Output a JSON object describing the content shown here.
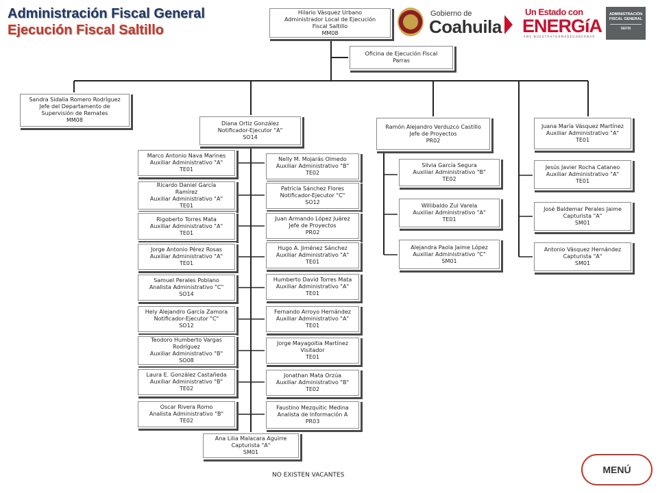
{
  "header": {
    "title": "Administración Fiscal General",
    "subtitle": "Ejecución Fiscal Saltillo"
  },
  "logos": {
    "coahuila_small": "Gobierno de",
    "coahuila_big": "Coahuila",
    "energia_top": "Un Estado con",
    "energia_main": "ENERGíA",
    "energia_tagline": "A N S · N U E S T R A   F O R M A   D E   G O B E R N A R",
    "afg_line1": "ADMINISTRACIÓN",
    "afg_line2": "FISCAL GENERAL",
    "afg_sefin": "SEFIN"
  },
  "colors": {
    "title": "#1f3864",
    "subtitle": "#c0392b",
    "brand_red": "#c8102e",
    "menu_border": "#c0392b"
  },
  "org": {
    "top": {
      "name": "Hilario Vásquez Urbano",
      "role": "Administrador Local de Ejecución",
      "role2": "Fiscal Saltillo",
      "code": "MM08"
    },
    "parras": {
      "name": "Oficina de Ejecución Fiscal",
      "role": "Parras"
    },
    "sandra": {
      "name": "Sandra Sidalia Romero Rodríguez",
      "role": "Jefe del Departamento de",
      "role2": "Supervisión de Remates",
      "code": "MM08"
    },
    "diana": {
      "name": "Diana Ortiz González",
      "role": "Notificador-Ejecutor \"A\"",
      "code": "SO14"
    },
    "ramon": {
      "name": "Ramón Alejandro Verduzco Castillo",
      "role": "Jefe de Proyectos",
      "code": "PR02"
    },
    "juana": {
      "name": "Juana María Vásquez Martínez",
      "role": "Auxiliar Administrativo \"A\"",
      "code": "TE01"
    },
    "left_column": [
      {
        "name": "Marco Antonio Nava Marines",
        "role": "Auxiliar Administrativo \"A\"",
        "code": "TE01"
      },
      {
        "name": "Ricardo Daniel García",
        "name2": "Ramírez",
        "role": "Auxiliar Administrativo \"A\"",
        "code": "TE01"
      },
      {
        "name": "Rigoberto Torres Mata",
        "role": "Auxiliar Administrativo \"A\"",
        "code": "TE01"
      },
      {
        "name": "Jorge Antonio Pérez Rosas",
        "role": "Auxiliar Administrativo \"A\"",
        "code": "TE01"
      },
      {
        "name": "Samuel Perales Poblano",
        "role": "Analista Administrativo \"C\"",
        "code": "SO14"
      },
      {
        "name": "Hely Alejandro García Zamora",
        "role": "Notificador-Ejecutor \"C\"",
        "code": "SO12"
      },
      {
        "name": "Teodoro Humberto Vargas",
        "name2": "Rodríguez",
        "role": "Auxiliar Administrativo \"B\"",
        "code": "SO08"
      },
      {
        "name": "Laura E. González Castañeda",
        "role": "Auxiliar Administrativo \"B\"",
        "code": "TE02"
      },
      {
        "name": "Oscar Rivera Romo",
        "role": "Analista Administrativo \"B\"",
        "code": "TE02"
      }
    ],
    "right_column": [
      {
        "name": "Nelly M. Mojarás Olmedo",
        "role": "Auxiliar Administrativo \"B\"",
        "code": "TE02"
      },
      {
        "name": "Patricia Sánchez Flores",
        "role": "Notificador-Ejecutor \"C\"",
        "code": "SO12"
      },
      {
        "name": "Juan Armando López Juárez",
        "role": "Jefe de Proyectos",
        "code": "PR02"
      },
      {
        "name": "Hugo A. Jiménez Sánchez",
        "role": "Auxiliar Administrativo \"A\"",
        "code": "TE01"
      },
      {
        "name": "Humberto David Torres Mata",
        "role": "Auxiliar Administrativo \"A\"",
        "code": "TE01"
      },
      {
        "name": "Fernando Arroyo Hernández",
        "role": "Auxiliar Administrativo \"A\"",
        "code": "TE01"
      },
      {
        "name": "Jorge Mayagoitia Martínez",
        "role": "Visitador",
        "code": "TE01"
      },
      {
        "name": "Jonathan Mata Orzúa",
        "role": "Auxiliar Administrativo \"B\"",
        "code": "TE02"
      },
      {
        "name": "Faustino Mezquitic Medina",
        "role": "Analista de Información A",
        "code": "PR03"
      }
    ],
    "ana": {
      "name": "Ana Lilia Malacara Aguirre",
      "role": "Capturista \"A\"",
      "code": "SM01"
    },
    "ramon_team": [
      {
        "name": "Silvia García Segura",
        "role": "Auxiliar Administrativo \"B\"",
        "code": "TE02"
      },
      {
        "name": "Willibaldo Zul Varela",
        "role": "Auxiliar Administrativo \"A\"",
        "code": "TE01"
      },
      {
        "name": "Alejandra Paola Jaime López",
        "role": "Auxiliar Administrativo \"C\"",
        "code": "SM01"
      }
    ],
    "juana_team": [
      {
        "name": "Jesús Javier Rocha Cataneo",
        "role": "Auxiliar Administrativo \"A\"",
        "code": "TE01"
      },
      {
        "name": "José Baldemar Perales Jaime",
        "role": "Capturista \"A\"",
        "code": "SM01"
      },
      {
        "name": "Antonio Vásquez Hernández",
        "role": "Capturista \"A\"",
        "code": "SM01"
      }
    ]
  },
  "footer": {
    "vacancies": "NO EXISTEN VACANTES",
    "menu_label": "MENÚ"
  }
}
